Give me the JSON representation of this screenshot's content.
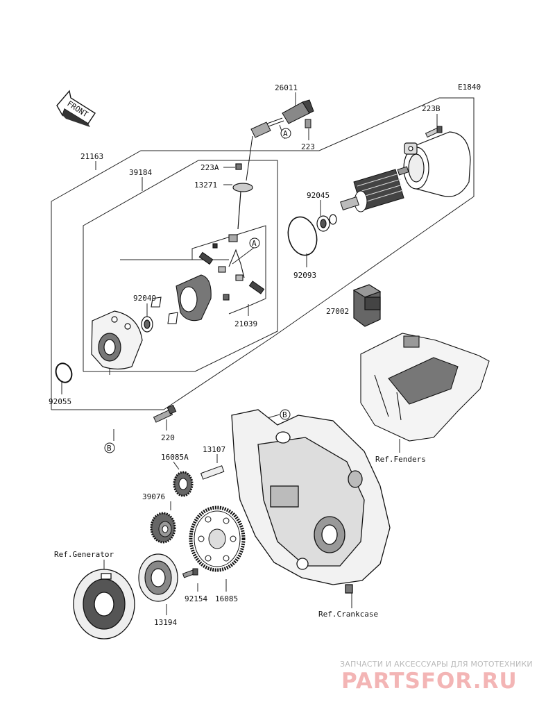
{
  "diagram_code": "E1840",
  "front_label": "FRONT",
  "callouts": {
    "a": "A",
    "b": "B"
  },
  "parts": {
    "p26011": "26011",
    "p223": "223",
    "p223B": "223B",
    "p21163": "21163",
    "p39184": "39184",
    "p223A": "223A",
    "p13271": "13271",
    "p92045": "92045",
    "p92093": "92093",
    "p92049": "92049",
    "p21039": "21039",
    "p27002": "27002",
    "p92055": "92055",
    "p220": "220",
    "p13107": "13107",
    "p16085A": "16085A",
    "p39076": "39076",
    "p92154": "92154",
    "p16085": "16085",
    "p13194": "13194"
  },
  "references": {
    "fenders": "Ref.Fenders",
    "generator": "Ref.Generator",
    "crankcase": "Ref.Crankcase"
  },
  "watermark": {
    "subtitle": "ЗАПЧАСТИ И АКСЕССУАРЫ ДЛЯ МОТОТЕХНИКИ",
    "logo": "PARTSFOR.RU"
  }
}
